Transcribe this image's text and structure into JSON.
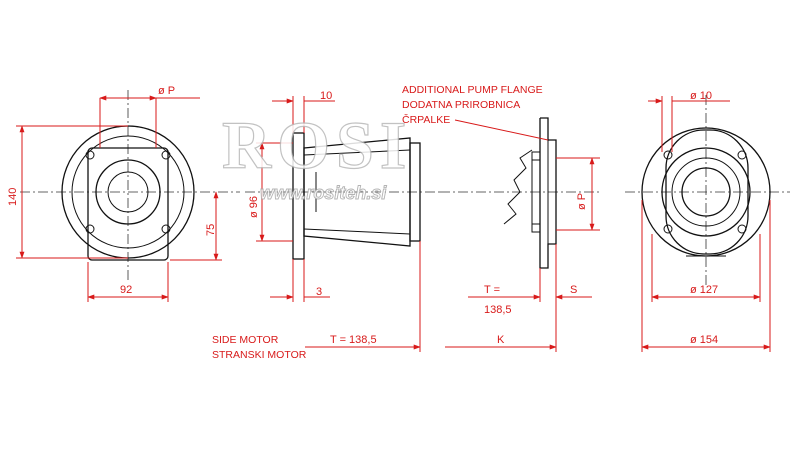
{
  "watermark": {
    "brand": "ROSI",
    "url": "www.rositeh.si"
  },
  "notes": {
    "flange_line1": "ADDITIONAL PUMP FLANGE",
    "flange_line2": "DODATNA PRIROBNICA",
    "flange_line3": "ČRPALKE",
    "motor_line1": "SIDE MOTOR",
    "motor_line2": "STRANSKI MOTOR"
  },
  "front_view": {
    "dia_p": "ø  P",
    "height": "140",
    "offset": "75",
    "width": "92"
  },
  "side_view": {
    "thickness_top": "10",
    "dia_96": "ø 96",
    "thickness_bottom": "3",
    "t_value": "T  =  138,5"
  },
  "pump_flange": {
    "dia_p": "ø  P",
    "t_label": "T  =",
    "t_value": "138,5",
    "s_label": "S",
    "k_label": "K"
  },
  "rear_view": {
    "dia_10": "ø  10",
    "dia_127": "ø  127",
    "dia_154": "ø  154"
  }
}
